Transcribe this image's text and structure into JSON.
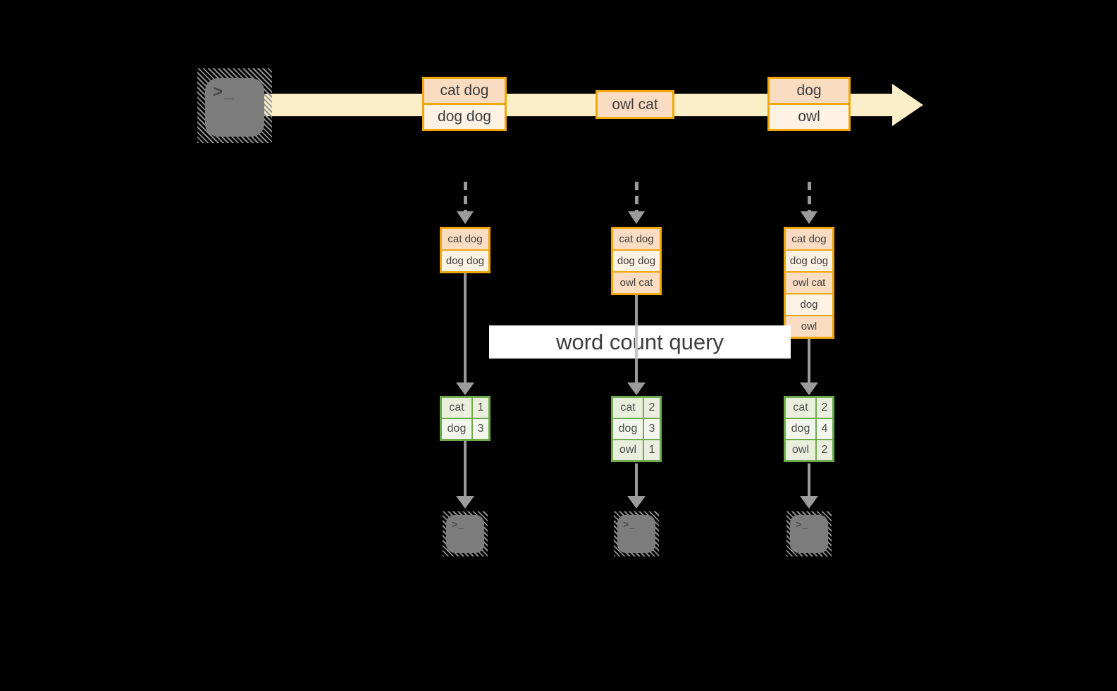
{
  "colors": {
    "background": "#000000",
    "accent_gold": "#efa709",
    "batch_fill_peach": "#f9dcc1",
    "batch_fill_cream": "#fdf2e4",
    "stream_band": "#fbefca",
    "table_green_border": "#6faa4e",
    "table_row_dark": "#e9efdc",
    "table_row_light": "#f3f6ed",
    "arrow_gray": "#9b9b9b",
    "terminal_gray": "#7c7c7c",
    "label_background": "#ffffff",
    "text": "#3d3d3d"
  },
  "icons": {
    "terminal_prompt": ">_"
  },
  "stream": {
    "batches": [
      {
        "rows": [
          "cat dog",
          "dog dog"
        ]
      },
      {
        "rows": [
          "owl cat"
        ]
      },
      {
        "rows": [
          "dog",
          "owl"
        ]
      }
    ]
  },
  "snapshots": [
    {
      "rows": [
        "cat dog",
        "dog dog"
      ]
    },
    {
      "rows": [
        "cat dog",
        "dog dog",
        "owl cat"
      ]
    },
    {
      "rows": [
        "cat dog",
        "dog dog",
        "owl cat",
        "dog",
        "owl"
      ]
    }
  ],
  "query": {
    "label": "word count query"
  },
  "results": [
    {
      "rows": [
        {
          "word": "cat",
          "count": "1"
        },
        {
          "word": "dog",
          "count": "3"
        }
      ]
    },
    {
      "rows": [
        {
          "word": "cat",
          "count": "2"
        },
        {
          "word": "dog",
          "count": "3"
        },
        {
          "word": "owl",
          "count": "1"
        }
      ]
    },
    {
      "rows": [
        {
          "word": "cat",
          "count": "2"
        },
        {
          "word": "dog",
          "count": "4"
        },
        {
          "word": "owl",
          "count": "2"
        }
      ]
    }
  ]
}
